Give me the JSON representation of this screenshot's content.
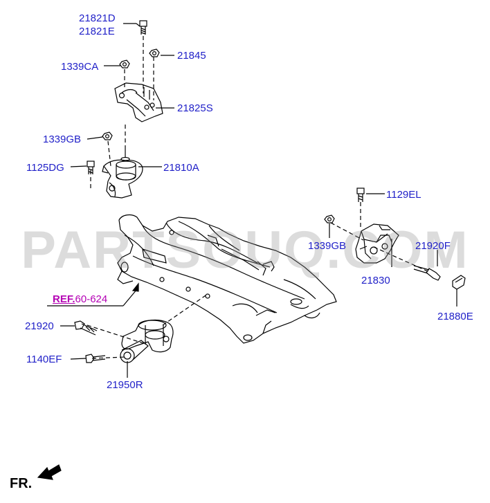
{
  "watermark": "PARTSOUQ.COM",
  "direction_label": "FR.",
  "reference": {
    "prefix": "REF.",
    "number": "60-624"
  },
  "parts": [
    {
      "id": "21821D"
    },
    {
      "id": "21821E"
    },
    {
      "id": "21845"
    },
    {
      "id": "1339CA"
    },
    {
      "id": "21825S"
    },
    {
      "id": "1339GB"
    },
    {
      "id": "1125DG"
    },
    {
      "id": "21810A"
    },
    {
      "id": "1129EL"
    },
    {
      "id": "1339GB"
    },
    {
      "id": "21920F"
    },
    {
      "id": "21830"
    },
    {
      "id": "21880E"
    },
    {
      "id": "21920"
    },
    {
      "id": "1140EF"
    },
    {
      "id": "21950R"
    }
  ],
  "colors": {
    "label": "#1f1fc8",
    "reference": "#b400b4",
    "line": "#000000",
    "watermark": "#969696"
  }
}
